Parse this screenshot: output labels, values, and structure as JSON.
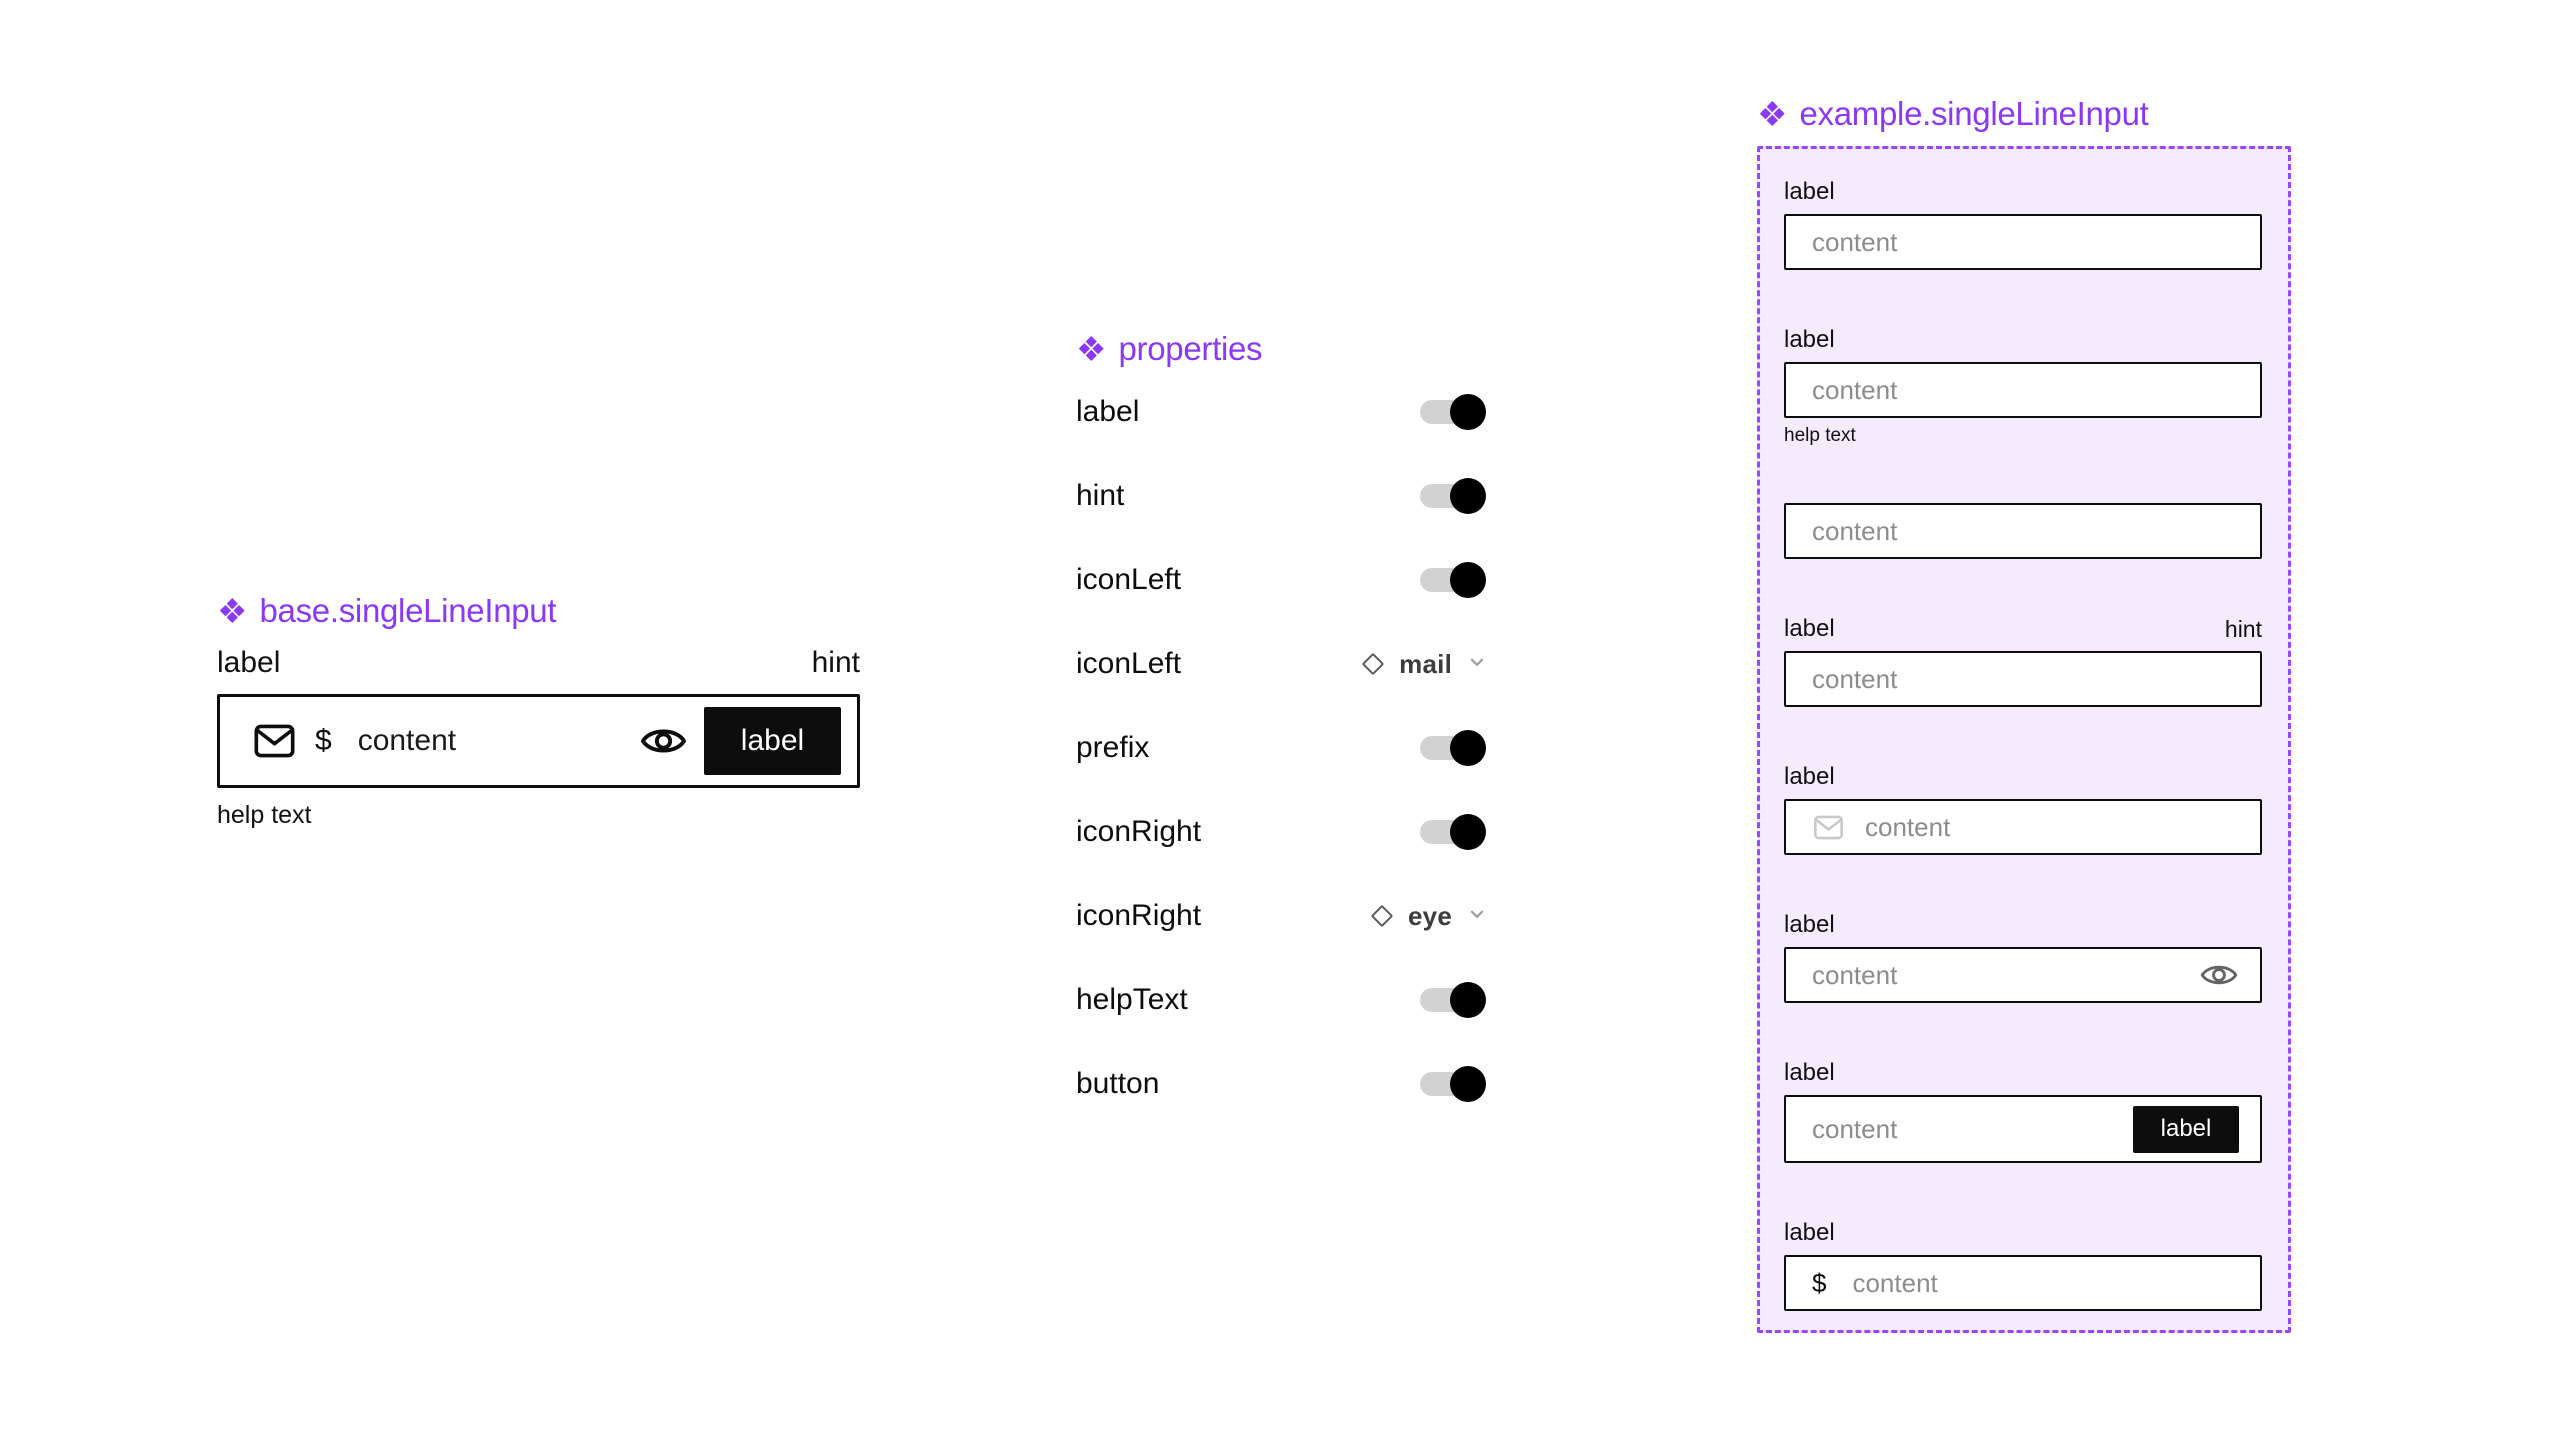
{
  "colors": {
    "component_purple": "#8A38F5",
    "dashed_border_purple": "#9747FF",
    "example_panel_bg": "#F4EBFD",
    "input_border": "#0d0d0d",
    "button_bg": "#0d0d0d",
    "button_text": "#ffffff",
    "placeholder_gray": "#8C8C8C",
    "toggle_track": "#D2D2D2",
    "toggle_knob": "#000000",
    "muted_icon_gray": "#C9C9C9"
  },
  "icons": {
    "component_glyph": "❖",
    "base_icon_left": "mail-icon",
    "base_icon_right": "eye-icon"
  },
  "base_component": {
    "title": "base.singleLineInput",
    "label": "label",
    "hint": "hint",
    "prefix": "$",
    "content_placeholder": "content",
    "button_label": "label",
    "help_text": "help text"
  },
  "properties_panel": {
    "title": "properties",
    "rows": [
      {
        "label": "label",
        "type": "toggle",
        "value": "on"
      },
      {
        "label": "hint",
        "type": "toggle",
        "value": "on"
      },
      {
        "label": "iconLeft",
        "type": "toggle",
        "value": "on"
      },
      {
        "label": "iconLeft",
        "type": "dropdown",
        "value": "mail"
      },
      {
        "label": "prefix",
        "type": "toggle",
        "value": "on"
      },
      {
        "label": "iconRight",
        "type": "toggle",
        "value": "on"
      },
      {
        "label": "iconRight",
        "type": "dropdown",
        "value": "eye"
      },
      {
        "label": "helpText",
        "type": "toggle",
        "value": "on"
      },
      {
        "label": "button",
        "type": "toggle",
        "value": "on"
      }
    ]
  },
  "example_panel": {
    "title": "example.singleLineInput",
    "items": [
      {
        "label": "label",
        "placeholder": "content"
      },
      {
        "label": "label",
        "placeholder": "content",
        "help_text": "help text"
      },
      {
        "placeholder": "content"
      },
      {
        "label": "label",
        "hint": "hint",
        "placeholder": "content"
      },
      {
        "label": "label",
        "placeholder": "content",
        "icon_left": "mail"
      },
      {
        "label": "label",
        "placeholder": "content",
        "icon_right": "eye"
      },
      {
        "label": "label",
        "placeholder": "content",
        "button_label": "label"
      },
      {
        "label": "label",
        "placeholder": "content",
        "prefix": "$"
      }
    ]
  }
}
